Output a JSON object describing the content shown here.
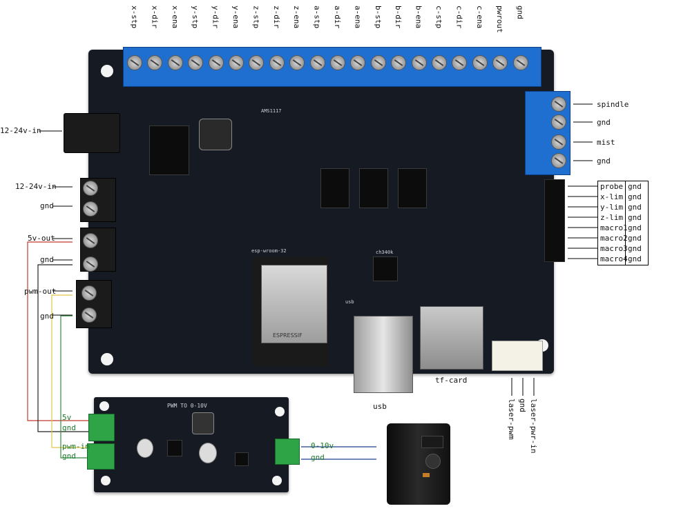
{
  "top_terminals": [
    "x-stp",
    "x-dir",
    "x-ena",
    "y-stp",
    "y-dir",
    "y-ena",
    "z-stp",
    "z-dir",
    "z-ena",
    "a-stp",
    "a-dir",
    "a-ena",
    "b-stp",
    "b-dir",
    "b-ena",
    "c-stp",
    "c-dir",
    "c-ena",
    "pwrout",
    "gnd"
  ],
  "right_terminals": [
    "spindle",
    "gnd",
    "mist",
    "gnd"
  ],
  "io_table": [
    {
      "name": "probe",
      "gnd": "gnd"
    },
    {
      "name": "x-lim",
      "gnd": "gnd"
    },
    {
      "name": "y-lim",
      "gnd": "gnd"
    },
    {
      "name": "z-lim",
      "gnd": "gnd"
    },
    {
      "name": "macro1",
      "gnd": "gnd"
    },
    {
      "name": "macro2",
      "gnd": "gnd"
    },
    {
      "name": "macro3",
      "gnd": "gnd"
    },
    {
      "name": "macro4",
      "gnd": "gnd"
    }
  ],
  "left_labels": {
    "barrel_in": "12-24v-in",
    "terminal_in": "12-24v-in",
    "terminal_in_gnd": "gnd",
    "out5v": "5v-out",
    "out5v_gnd": "gnd",
    "pwm_out": "pwm-out",
    "pwm_gnd": "gnd"
  },
  "bottom_labels": {
    "usb": "usb",
    "tf_card": "tf-card",
    "laser_pwm": "laser-pwm",
    "laser_gnd": "gnd",
    "laser_pwr_in": "laser-pwr-in"
  },
  "converter": {
    "title": "PWM TO 0-10V",
    "in_labels": [
      "5v",
      "gnd",
      "pwm-in",
      "gnd"
    ],
    "out_labels": [
      "0-10v",
      "gnd"
    ]
  },
  "board_silk": {
    "module": "esp-wroom-32",
    "module_brand": "ESPRESSIF",
    "regulator": "AMS1117",
    "ic": "ch340k",
    "usb_silk": "usb"
  },
  "wire_colors": {
    "red": "#c0392b",
    "black": "#222222",
    "yellow": "#e0c44a",
    "green": "#2e8b3a",
    "blue": "#1f3f8f"
  }
}
